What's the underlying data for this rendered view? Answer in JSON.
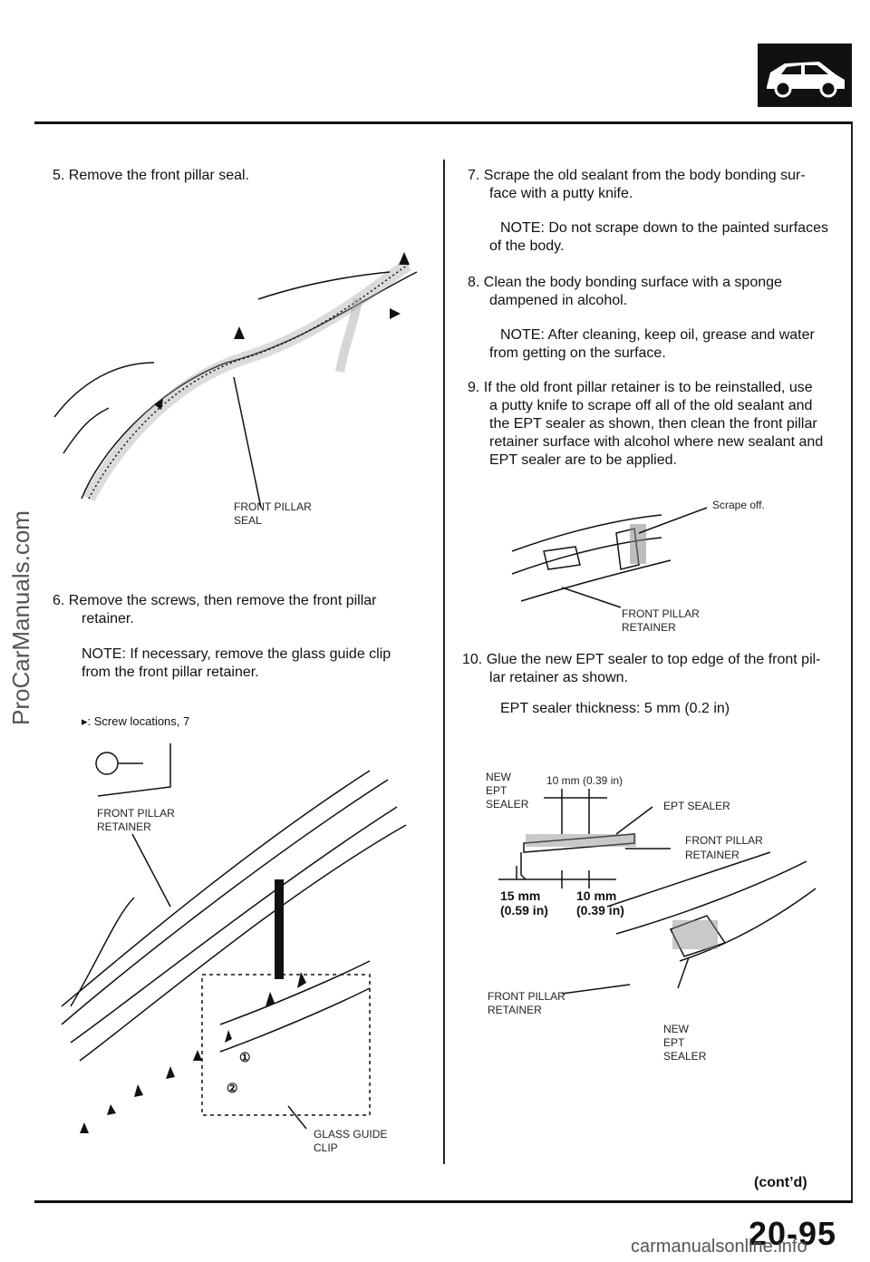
{
  "watermark": "ProCarManuals.com",
  "steps": {
    "s5": "5.  Remove the front pillar seal.",
    "s6_a": "6.   Remove the screws, then remove the front pillar",
    "s6_b": "retainer.",
    "s6_note_a": "NOTE: If necessary, remove the glass guide clip",
    "s6_note_b": "from the front pillar retainer.",
    "s7_a": "7.  Scrape the old sealant from the body bonding sur-",
    "s7_b": "face with a putty knife.",
    "s7_note_a": "NOTE: Do not scrape down to the painted surfaces",
    "s7_note_b": "of the body.",
    "s8_a": "8.  Clean the body bonding surface with a sponge",
    "s8_b": "dampened in alcohol.",
    "s8_note_a": "NOTE: After cleaning, keep oil, grease and water",
    "s8_note_b": "from getting on the surface.",
    "s9_a": "9.  If the old front pillar retainer is to be reinstalled, use",
    "s9_b": "a putty knife to scrape off all of the old sealant and",
    "s9_c": "the EPT sealer as shown, then clean the front pillar",
    "s9_d": "retainer surface with alcohol where new sealant and",
    "s9_e": "EPT sealer are to be applied.",
    "s10_a": "10.  Glue the new EPT sealer to top edge of the front pil-",
    "s10_b": "lar retainer as shown.",
    "s10_spec": "EPT sealer thickness: 5 mm (0.2 in)"
  },
  "labels": {
    "front_pillar_seal_1": "FRONT PILLAR",
    "front_pillar_seal_2": "SEAL",
    "screw_locations": "▸: Screw locations, 7",
    "fpr_a1": "FRONT PILLAR",
    "fpr_a2": "RETAINER",
    "glass_clip_1": "GLASS  GUIDE",
    "glass_clip_2": "CLIP",
    "circ1": "①",
    "circ2": "②",
    "scrape_off": "Scrape off.",
    "fpr_b1": "FRONT PILLAR",
    "fpr_b2": "RETAINER",
    "new_ept_1": "NEW",
    "new_ept_2": "EPT",
    "new_ept_3": "SEALER",
    "dim_10_top": "10 mm (0.39 in)",
    "ept_sealer": "EPT SEALER",
    "fpr_c1": "FRONT PILLAR",
    "fpr_c2": "RETAINER",
    "dim_15_a": "15 mm",
    "dim_15_b": "(0.59 in)",
    "dim_10_a": "10 mm",
    "dim_10_b": "(0.39 in)",
    "fpr_d1": "FRONT  PILLAR",
    "fpr_d2": "RETAINER",
    "new_ept_b1": "NEW",
    "new_ept_b2": "EPT",
    "new_ept_b3": "SEALER",
    "contd": "(cont’d)"
  },
  "page_number": "20-95",
  "footer": "carmanualsonline.info"
}
